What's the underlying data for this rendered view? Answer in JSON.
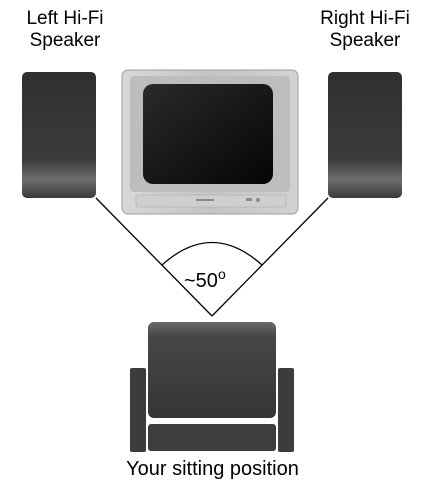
{
  "left_speaker": {
    "line1": "Left Hi-Fi",
    "line2": "Speaker"
  },
  "right_speaker": {
    "line1": "Right Hi-Fi",
    "line2": "Speaker"
  },
  "angle": {
    "value": "~50",
    "unit": "o"
  },
  "listener": {
    "caption": "Your sitting position"
  },
  "colors": {
    "speaker_dark": "#3a3a3a",
    "speaker_light": "#6a6a6a",
    "tv_body": "#c9c9c9",
    "tv_screen": "#111111",
    "chair": "#454545",
    "line": "#000000"
  }
}
